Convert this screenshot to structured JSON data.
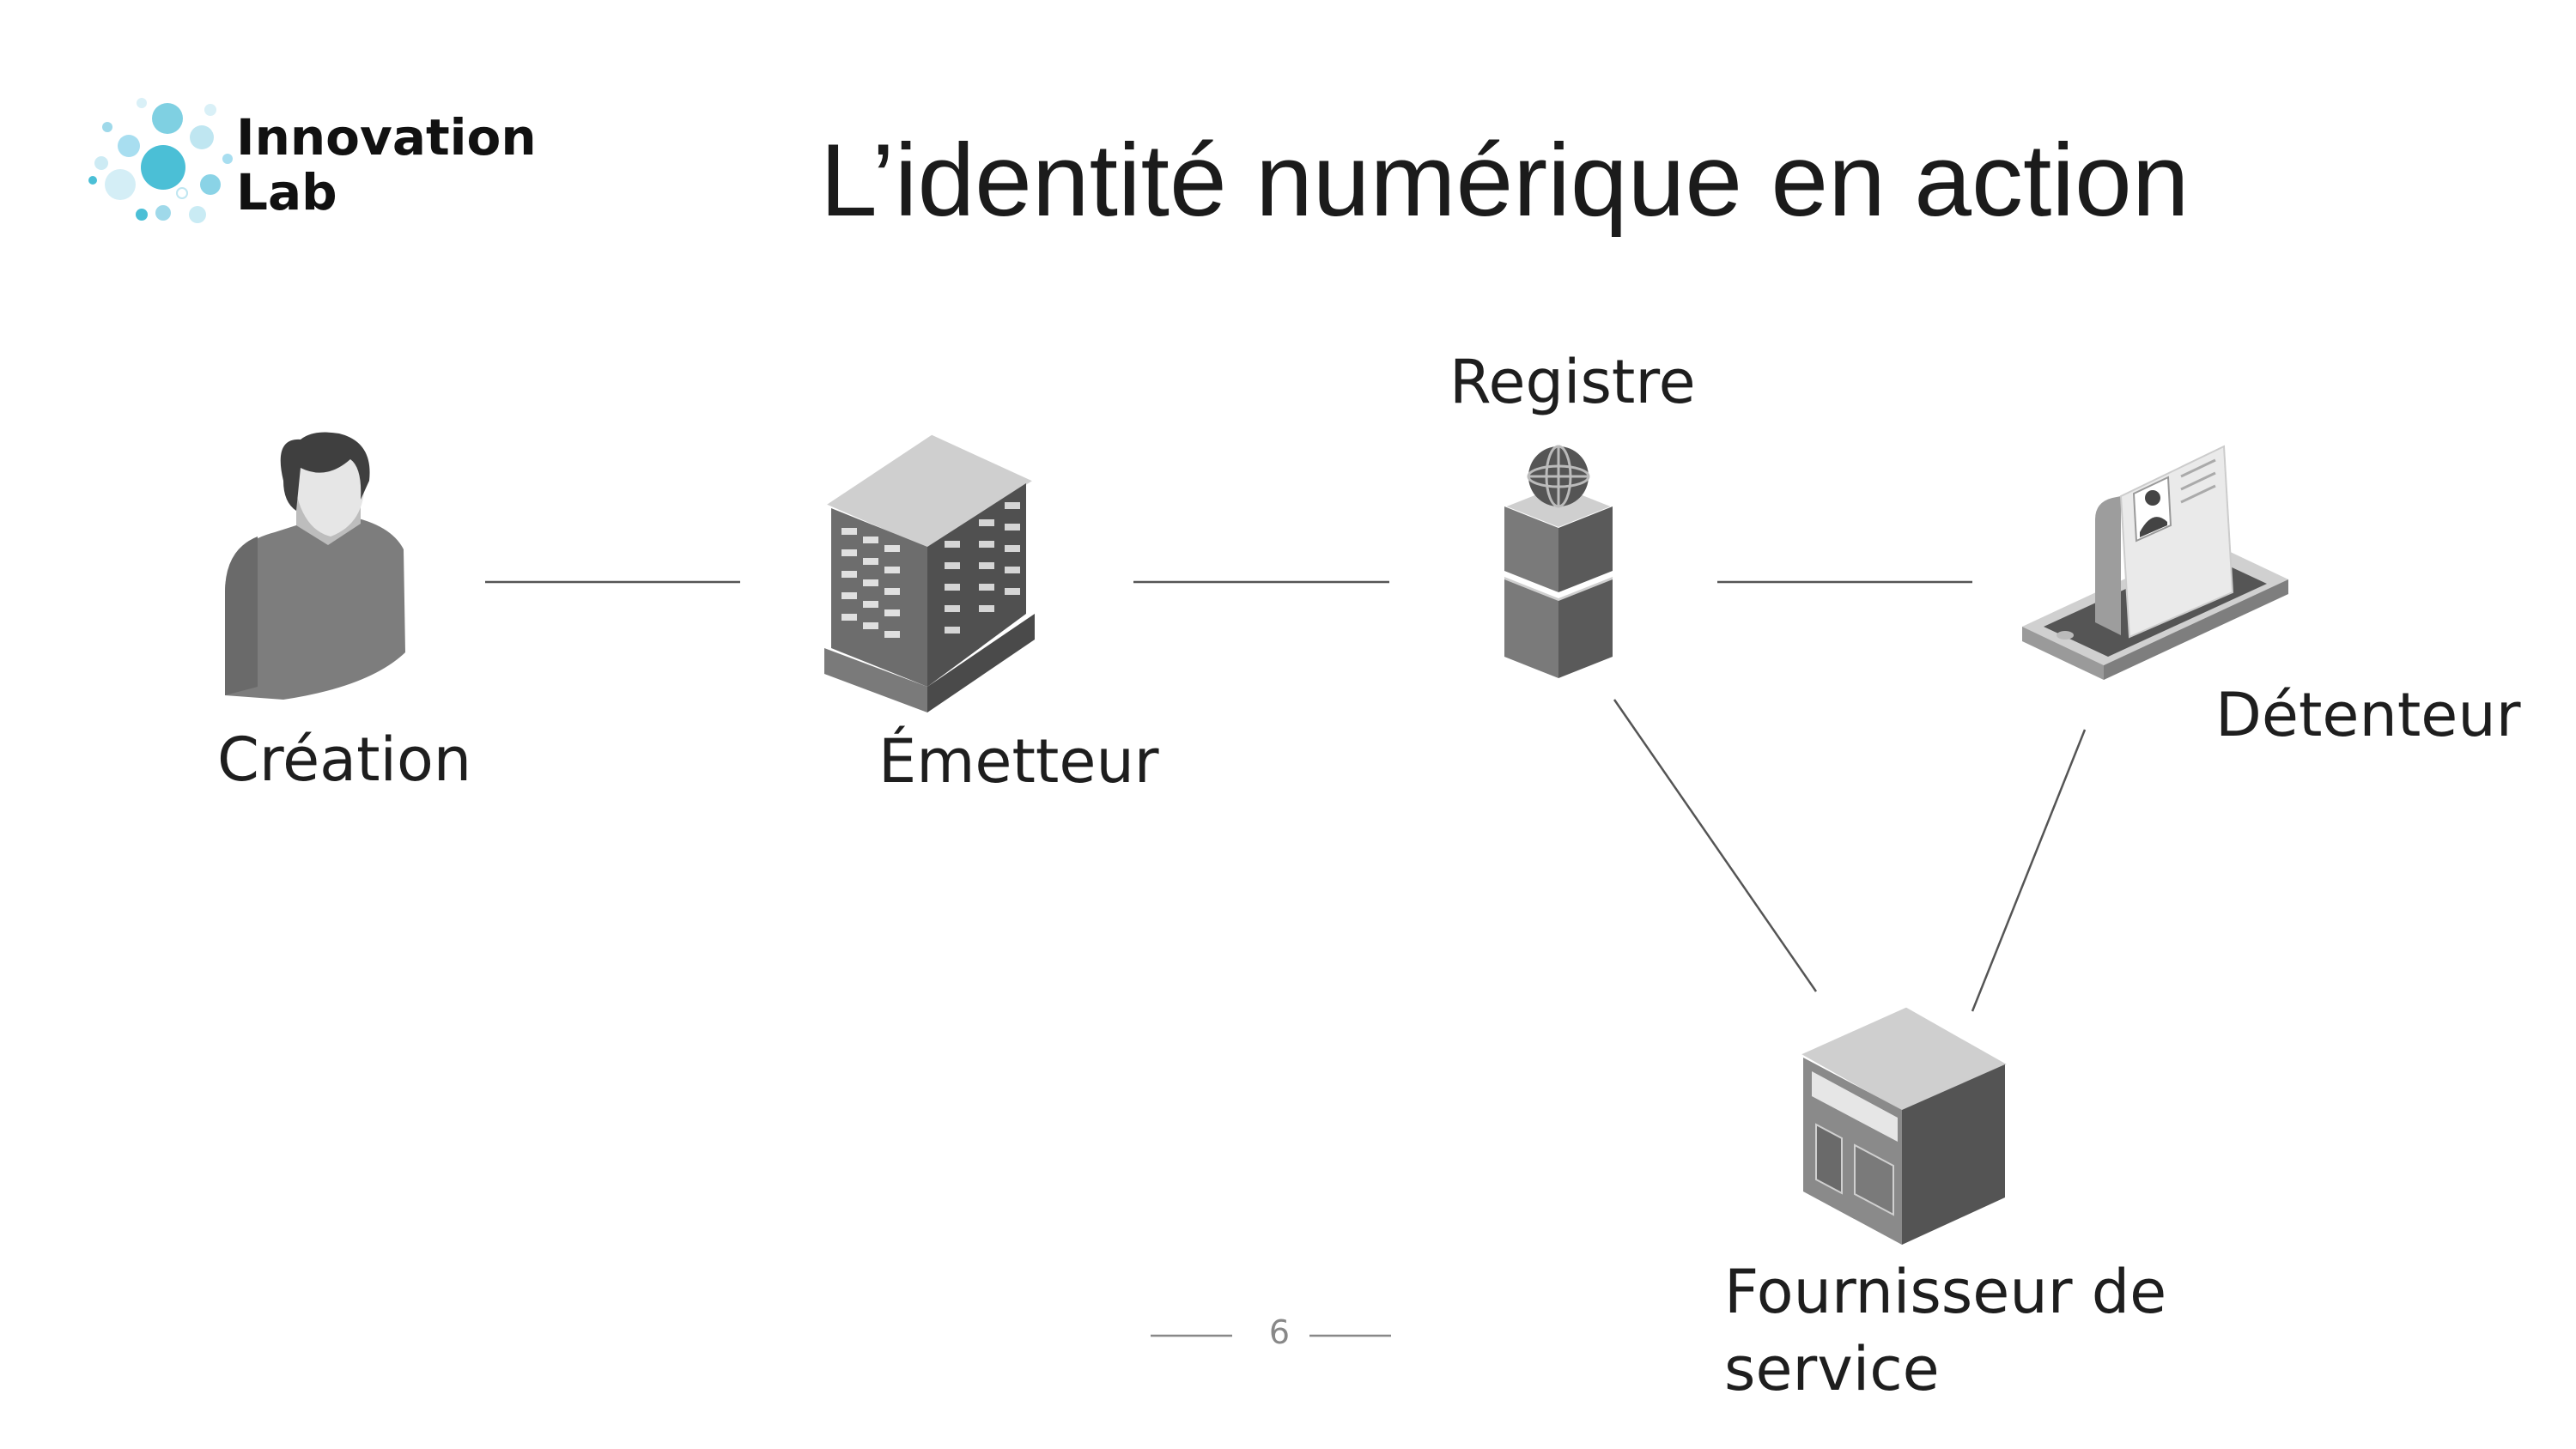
{
  "header": {
    "title": "L’identité numérique en action",
    "logo_line1": "Innovation",
    "logo_line2": "Lab"
  },
  "diagram": {
    "nodes": {
      "creation": "Création",
      "emetteur": "Émetteur",
      "registre": "Registre",
      "detenteur": "Détenteur",
      "fournisseur": "Fournisseur de\nservice"
    }
  },
  "footer": {
    "page_number": "6"
  },
  "colors": {
    "accent": "#4bbfd6",
    "icon_dark": "#5a5a5a",
    "icon_mid": "#8a8a8a",
    "icon_light": "#cfcfcf",
    "connector": "#555555"
  }
}
